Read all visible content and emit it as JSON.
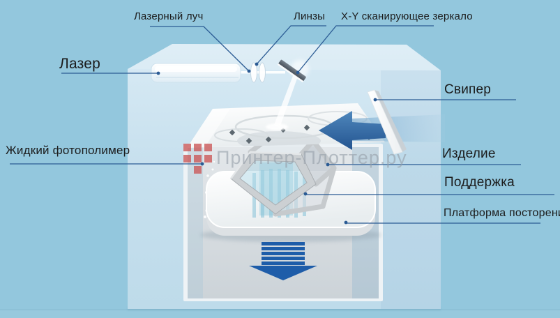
{
  "labels": {
    "laser_beam": "Лазерный луч",
    "lenses": "Линзы",
    "xy_mirror": "X-Y сканирующее зеркало",
    "laser": "Лазер",
    "sweeper": "Свипер",
    "photopolymer": "Жидкий фотополимер",
    "product": "Изделие",
    "support": "Поддержка",
    "platform": "Платформа посторения"
  },
  "watermark": {
    "text": "Принтер-Плоттер.ру",
    "logo_grid": [
      [
        1,
        1,
        1
      ],
      [
        1,
        1,
        1
      ],
      [
        0,
        1,
        0
      ]
    ],
    "logo_color": "#cb5656",
    "text_color": "#96a0a9"
  },
  "colors": {
    "background": "#93c7dd",
    "machine_body": "#c9e2ef",
    "vat_interior": "#d4dadd",
    "pointer_line": "#2b5b94",
    "label_text": "#1b1b1b",
    "recoat_arrow": "#2e649f",
    "down_arrow": "#1e5da9",
    "bottom_band": "#97c9dd"
  }
}
